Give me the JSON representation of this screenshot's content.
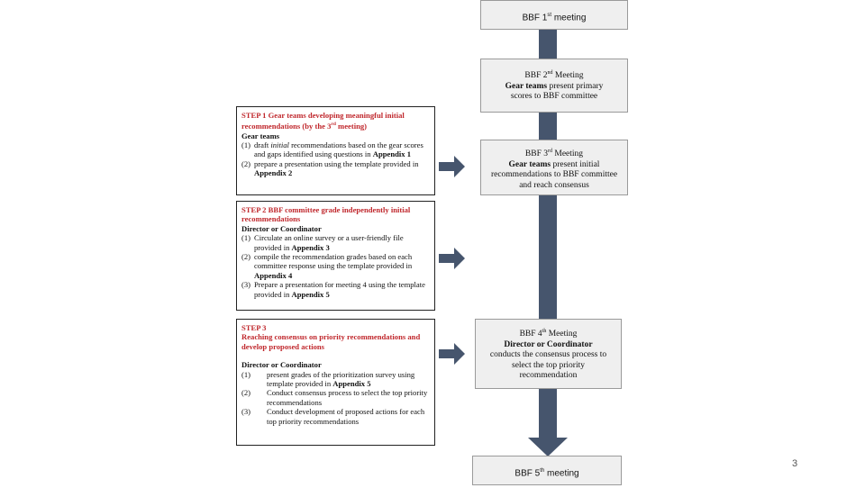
{
  "meetings": {
    "m1": {
      "pre": "BBF 1",
      "sup": "st",
      "post": " meeting"
    },
    "m2": {
      "title_pre": "BBF  2",
      "title_sup": "nd",
      "title_post": " Meeting",
      "bold": "Gear teams",
      "rest": " present primary scores to BBF committee"
    },
    "m3": {
      "title_pre": "BBF 3",
      "title_sup": "rd",
      "title_post": " Meeting",
      "bold": "Gear teams",
      "rest": " present initial recommendations to BBF committee and reach consensus"
    },
    "m4": {
      "title_pre": "BBF 4",
      "title_sup": "th",
      "title_post": " Meeting",
      "bold": "Director or Coordinator",
      "rest": "conducts the consensus process to select the top priority recommendation"
    },
    "m5": {
      "pre": "BBF 5",
      "sup": "th",
      "post": " meeting"
    }
  },
  "step1": {
    "head_pre": "STEP 1 Gear teams developing meaningful initial recommendations  (by the 3",
    "head_sup": "rd",
    "head_post": " meeting)",
    "who": "Gear teams",
    "items": [
      {
        "n": "(1)",
        "pre": " draft ",
        "it": "initial",
        "mid": " recommendations based on the gear scores and gaps identified using questions in ",
        "bold": "Appendix 1"
      },
      {
        "n": "(2)",
        "pre": "prepare a presentation using the template provided in ",
        "bold": "Appendix 2"
      }
    ]
  },
  "step2": {
    "head": "STEP 2 BBF committee grade independently initial  recommendations",
    "who": "Director or Coordinator",
    "items": [
      {
        "n": "(1)",
        "pre": "Circulate an online survey or a user-friendly file provided in ",
        "bold": "Appendix 3"
      },
      {
        "n": "(2)",
        "pre": "compile the recommendation grades based on each committee response using the template provided in ",
        "bold": "Appendix 4"
      },
      {
        "n": "(3)",
        "pre": "Prepare a presentation for meeting 4 using the template provided in ",
        "bold": "Appendix 5"
      }
    ]
  },
  "step3": {
    "head1": "STEP 3",
    "head2": "Reaching consensus on priority recommendations and develop proposed actions",
    "who": "Director or Coordinator",
    "items": [
      {
        "n": "(1)",
        "pre": "present grades of the prioritization survey using template provided in ",
        "bold": "Appendix 5"
      },
      {
        "n": "(2)",
        "pre": "Conduct consensus process to select the top priority recommendations",
        "bold": ""
      },
      {
        "n": "(3)",
        "pre": "Conduct development of proposed actions for each top priority recommendations",
        "bold": ""
      }
    ]
  },
  "page_number": "3",
  "colors": {
    "arrow": "#46556d",
    "step_heading": "#c0282d",
    "meeting_box": "#efefef"
  }
}
